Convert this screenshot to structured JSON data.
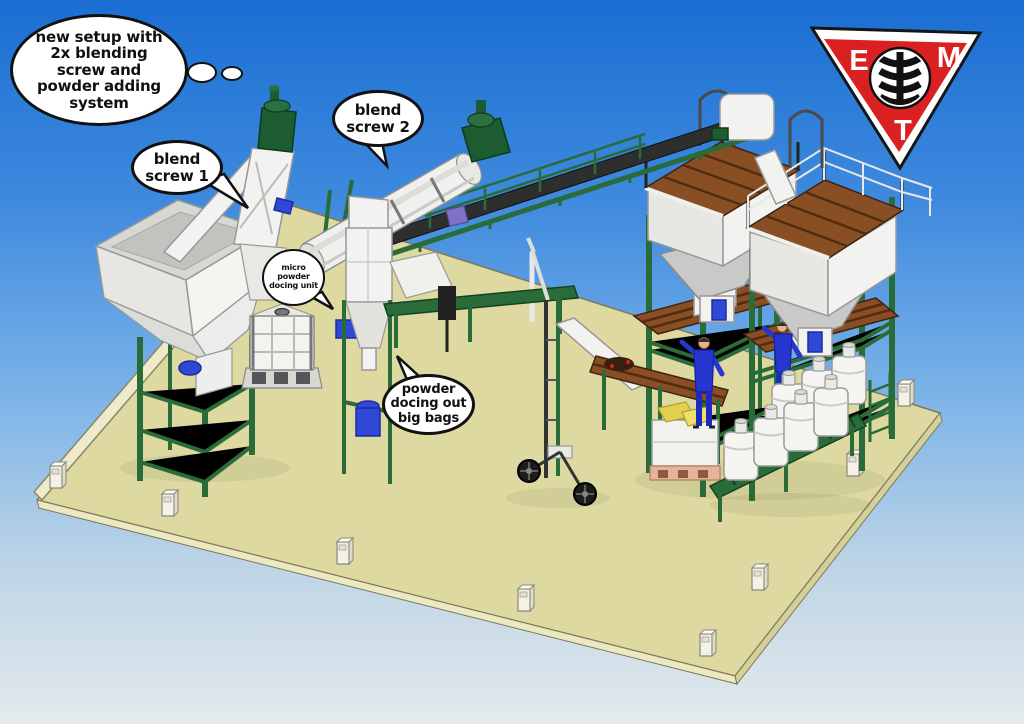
{
  "annotations": {
    "thought_bubble": {
      "text": "new setup with\n2x blending\nscrew and\npowder adding\nsystem"
    },
    "blend_screw_1": {
      "text": "blend\nscrew 1"
    },
    "blend_screw_2": {
      "text": "blend\nscrew 2"
    },
    "micro_powder_unit": {
      "text": "micro\npowder\ndocing unit"
    },
    "powder_out": {
      "text": "powder\ndocing out\nbig bags"
    }
  },
  "logo": {
    "letter_top_left": "E",
    "letter_top_right": "M",
    "letter_bottom": "T"
  },
  "colors": {
    "sky_top": "#1a6ed2",
    "sky_upper": "#3f8ade",
    "sky_mid": "#7db4e8",
    "sky_lower": "#bdd4e6",
    "sky_bottom": "#e4eaec",
    "floor": "#ddd9a1",
    "floor_edge": "#ece8c2",
    "frame_green": "#2a6b3a",
    "frame_green_dark": "#14421f",
    "machine_white": "#f2f2f0",
    "machine_gray": "#c9c9c7",
    "platform_brown": "#8a4e24",
    "plank_dark": "#4f2c12",
    "belt_black": "#2e2e2e",
    "part_blue": "#2f49d6",
    "worker_blue": "#2636cf",
    "logo_red": "#d92121",
    "bubble_bg": "#ffffff",
    "bubble_border": "#111111"
  }
}
